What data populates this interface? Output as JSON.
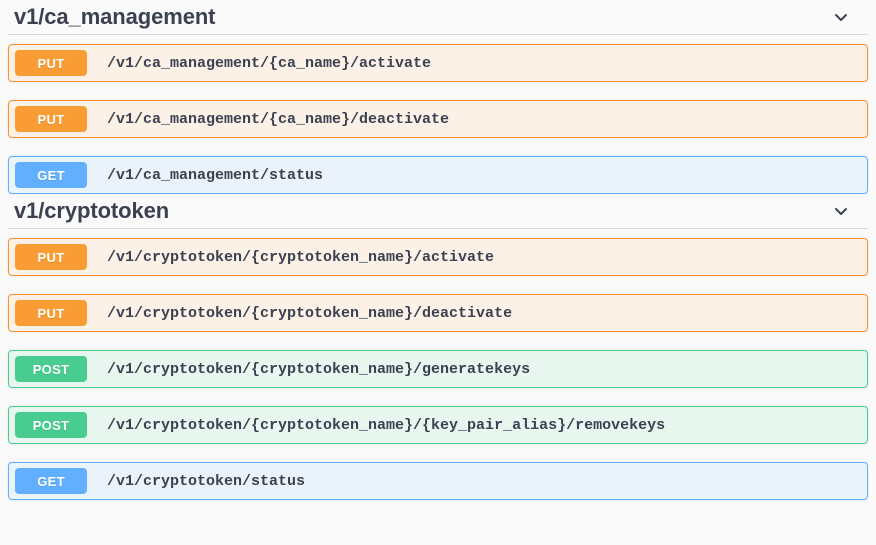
{
  "page": {
    "background": "#fafafa",
    "text_color": "#3b4151"
  },
  "colors": {
    "put": "#f99c33",
    "get": "#61affe",
    "post": "#49cc90",
    "put_row_bg": "#fbf1e6",
    "get_row_bg": "#ebf3fa",
    "post_row_bg": "#e8f6f0",
    "rule": "#d9d9d9"
  },
  "sections": [
    {
      "title": "v1/ca_management",
      "expanded": true,
      "toggle_icon": "chevron-down-icon",
      "operations": [
        {
          "method": "PUT",
          "method_class": "put",
          "path": "/v1/ca_management/{ca_name}/activate"
        },
        {
          "method": "PUT",
          "method_class": "put",
          "path": "/v1/ca_management/{ca_name}/deactivate"
        },
        {
          "method": "GET",
          "method_class": "get",
          "path": "/v1/ca_management/status"
        }
      ]
    },
    {
      "title": "v1/cryptotoken",
      "expanded": true,
      "toggle_icon": "chevron-down-icon",
      "operations": [
        {
          "method": "PUT",
          "method_class": "put",
          "path": "/v1/cryptotoken/{cryptotoken_name}/activate"
        },
        {
          "method": "PUT",
          "method_class": "put",
          "path": "/v1/cryptotoken/{cryptotoken_name}/deactivate"
        },
        {
          "method": "POST",
          "method_class": "post",
          "path": "/v1/cryptotoken/{cryptotoken_name}/generatekeys"
        },
        {
          "method": "POST",
          "method_class": "post",
          "path": "/v1/cryptotoken/{cryptotoken_name}/{key_pair_alias}/removekeys"
        },
        {
          "method": "GET",
          "method_class": "get",
          "path": "/v1/cryptotoken/status"
        }
      ]
    }
  ]
}
